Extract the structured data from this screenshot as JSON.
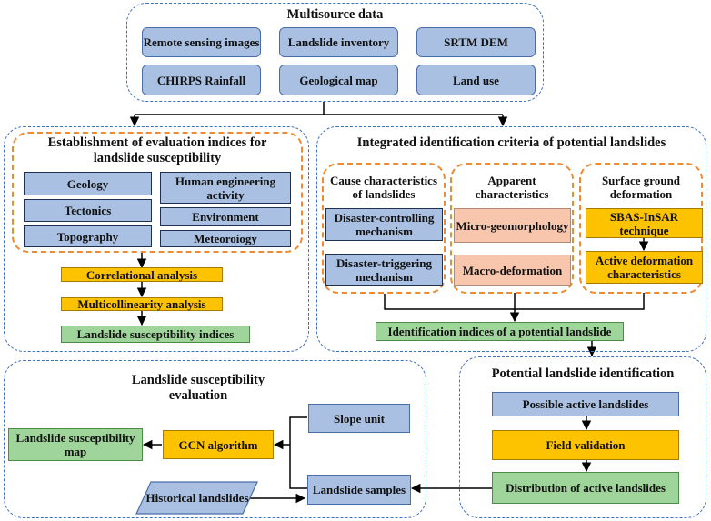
{
  "multisource": {
    "title": "Multisource  data",
    "remote_sensing": "Remote sensing images",
    "inventory": "Landslide inventory",
    "dem": "SRTM DEM",
    "rainfall": "CHIRPS Rainfall",
    "geomap": "Geological map",
    "landuse": "Land use"
  },
  "evaluation": {
    "title": "Establishment of evaluation indices for landslide susceptibility",
    "geology": "Geology",
    "tectonics": "Tectonics",
    "topography": "Topography",
    "human": "Human engineering activity",
    "environment": "Environment",
    "meteorology": "Meteoroiogy",
    "correlational": "Correlational analysis",
    "multicollinearity": "Multicollinearity analysis",
    "indices": "Landslide susceptibility indices"
  },
  "identification": {
    "title": "Integrated identification criteria of potential landslides",
    "cause_title": "Cause characteristics of landslides",
    "disaster_controlling": "Disaster-controlling mechanism",
    "disaster_triggering": "Disaster-triggering mechanism",
    "apparent_title": "Apparent characteristics",
    "micro": "Micro-geomorphology",
    "macro": "Macro-deformation",
    "surface_title": "Surface ground deformation",
    "sbas": "SBAS-InSAR technique",
    "active_def": "Active deformation characteristics",
    "indices": "Identification indices of a potential landslide"
  },
  "susceptibility": {
    "title": "Landslide susceptibility evaluation",
    "map": "Landslide susceptibility map",
    "gcn": "GCN algorithm",
    "slope_unit": "Slope unit",
    "historical": "Historical landslides",
    "samples": "Landslide samples"
  },
  "potential": {
    "title": "Potential landslide identification",
    "possible": "Possible active landslides",
    "field": "Field validation",
    "distribution": "Distribution of active landslides"
  },
  "colors": {
    "blue_fill": "#a9c0e2",
    "orange_fill": "#fdc200",
    "green_fill": "#9fd59a",
    "salmon_fill": "#f8c6ad",
    "blue_dash": "#3f6fbf",
    "orange_dash": "#ee8a30"
  }
}
